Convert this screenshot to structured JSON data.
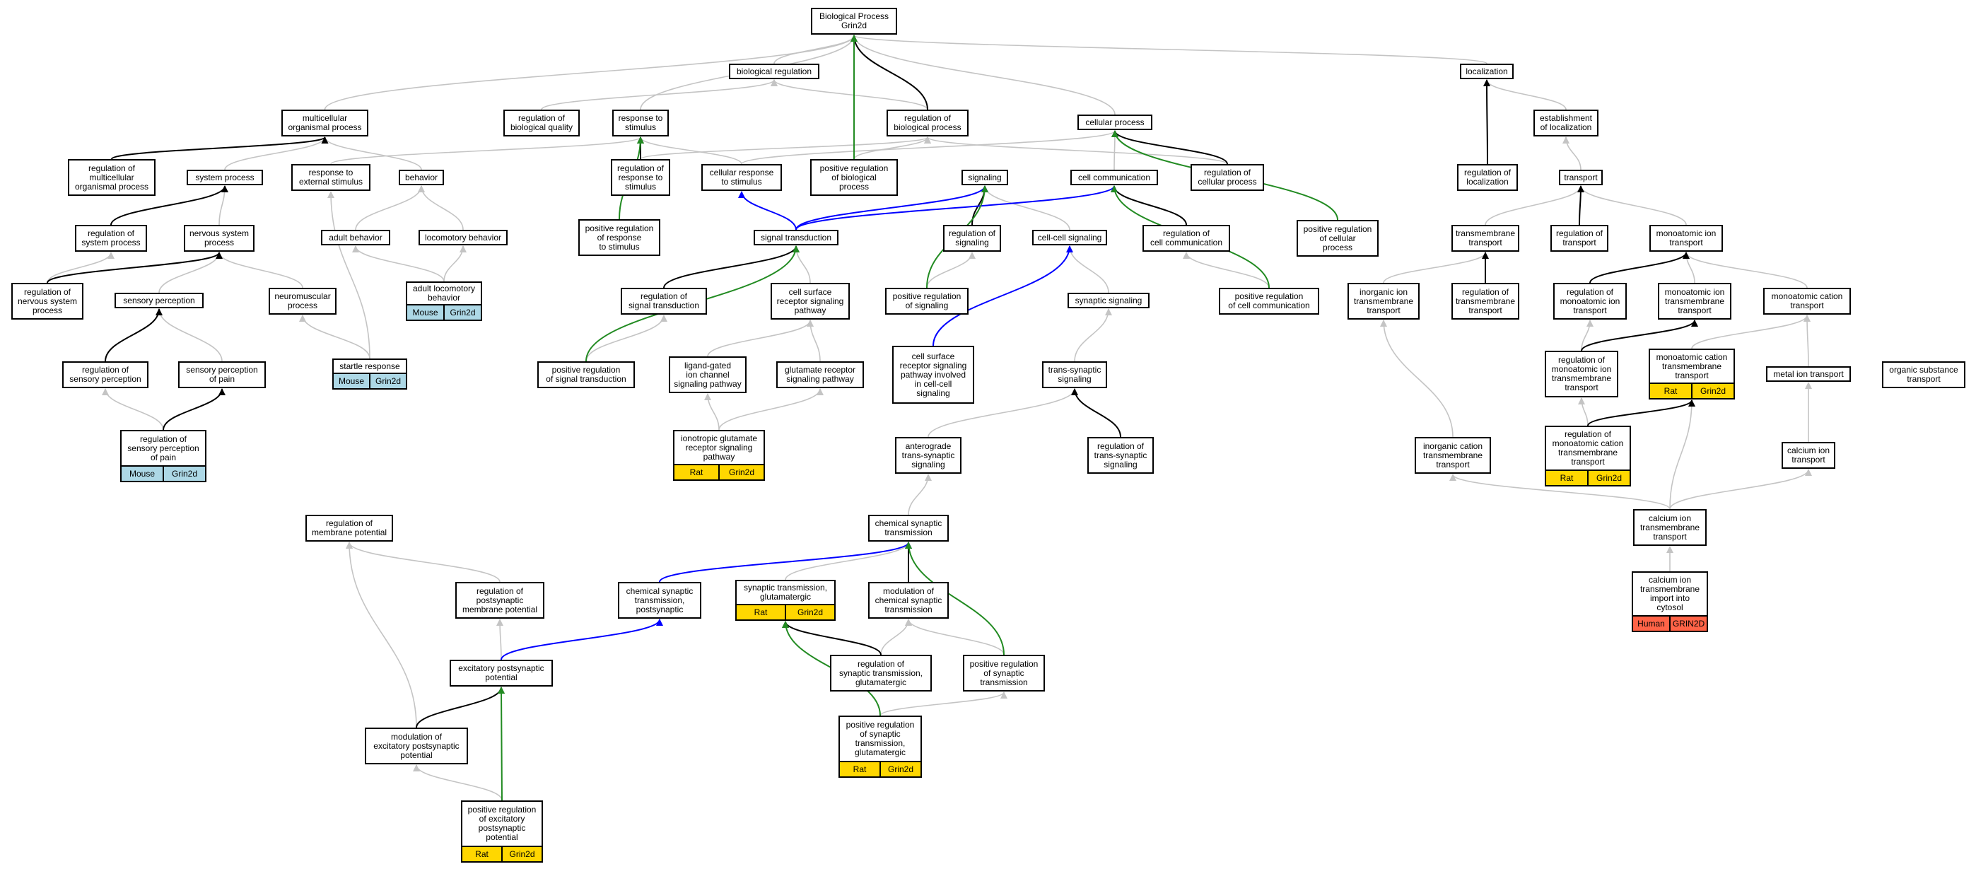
{
  "colors": {
    "gray_edge": "#c4c4c4",
    "black_edge": "#000000",
    "blue_edge": "#0000ff",
    "green_edge": "#228b22",
    "mouse": "#add8e6",
    "rat": "#ffd700",
    "human": "#ff6347"
  },
  "nodes": {
    "bp": {
      "label": "Biological Process\nGrin2d"
    },
    "bioreg": {
      "label": "biological regulation"
    },
    "loc": {
      "label": "localization"
    },
    "multi": {
      "label": "multicellular\norganismal process"
    },
    "regbq": {
      "label": "regulation of\nbiological quality"
    },
    "resp": {
      "label": "response to\nstimulus"
    },
    "regbp": {
      "label": "regulation of\nbiological process"
    },
    "cellproc": {
      "label": "cellular process"
    },
    "estloc": {
      "label": "establishment\nof localization"
    },
    "regmulti": {
      "label": "regulation of\nmulticellular\norganismal process"
    },
    "sysproc": {
      "label": "system process"
    },
    "respext": {
      "label": "response to\nexternal stimulus"
    },
    "behavior": {
      "label": "behavior"
    },
    "regresp": {
      "label": "regulation of\nresponse to\nstimulus"
    },
    "cellresp": {
      "label": "cellular response\nto stimulus"
    },
    "posregbp": {
      "label": "positive regulation\nof biological\nprocess"
    },
    "signaling": {
      "label": "signaling"
    },
    "cellcomm": {
      "label": "cell communication"
    },
    "regcellproc": {
      "label": "regulation of\ncellular process"
    },
    "regloc": {
      "label": "regulation of\nlocalization"
    },
    "transport": {
      "label": "transport"
    },
    "regsysproc": {
      "label": "regulation of\nsystem process"
    },
    "nervsys": {
      "label": "nervous system\nprocess"
    },
    "adultbeh": {
      "label": "adult behavior"
    },
    "locobeh": {
      "label": "locomotory behavior"
    },
    "posregresp": {
      "label": "positive regulation\nof response\nto stimulus"
    },
    "sigtrans": {
      "label": "signal transduction"
    },
    "regsig": {
      "label": "regulation of\nsignaling"
    },
    "cellcellsig": {
      "label": "cell-cell signaling"
    },
    "regcellcomm": {
      "label": "regulation of\ncell communication"
    },
    "posregcellproc": {
      "label": "positive regulation\nof cellular\nprocess"
    },
    "tmtrans": {
      "label": "transmembrane\ntransport"
    },
    "regtrans": {
      "label": "regulation of\ntransport"
    },
    "monoion": {
      "label": "monoatomic ion\ntransport"
    },
    "regnerv": {
      "label": "regulation of\nnervous system\nprocess"
    },
    "sensper": {
      "label": "sensory perception"
    },
    "neuromusc": {
      "label": "neuromuscular\nprocess"
    },
    "adultloco": {
      "label": "adult locomotory\nbehavior",
      "ann": [
        "Mouse",
        "Grin2d"
      ],
      "ann_type": "mouse"
    },
    "regsigtrans": {
      "label": "regulation of\nsignal transduction"
    },
    "cellsurf": {
      "label": "cell surface\nreceptor signaling\npathway"
    },
    "posregsig": {
      "label": "positive regulation\nof signaling"
    },
    "synsig": {
      "label": "synaptic signaling"
    },
    "posregcellcomm": {
      "label": "positive regulation\nof cell communication"
    },
    "inorgtm": {
      "label": "inorganic ion\ntransmembrane\ntransport"
    },
    "regtmtrans": {
      "label": "regulation of\ntransmembrane\ntransport"
    },
    "regmonoion": {
      "label": "regulation of\nmonoatomic ion\ntransport"
    },
    "monoiontm": {
      "label": "monoatomic ion\ntransmembrane\ntransport"
    },
    "monocat": {
      "label": "monoatomic cation\ntransport"
    },
    "regsensper": {
      "label": "regulation of\nsensory perception"
    },
    "senspain": {
      "label": "sensory perception\nof pain"
    },
    "startle": {
      "label": "startle response",
      "ann": [
        "Mouse",
        "Grin2d"
      ],
      "ann_type": "mouse"
    },
    "posregsigtrans": {
      "label": "positive regulation\nof signal transduction"
    },
    "ligand": {
      "label": "ligand-gated\nion channel\nsignaling pathway"
    },
    "glurec": {
      "label": "glutamate receptor\nsignaling pathway"
    },
    "cellsurfsyn": {
      "label": "cell surface\nreceptor signaling\npathway involved\nin cell-cell\nsignaling"
    },
    "transsyn": {
      "label": "trans-synaptic\nsignaling"
    },
    "regmonoiontm": {
      "label": "regulation of\nmonoatomic ion\ntransmembrane\ntransport"
    },
    "monocattm": {
      "label": "monoatomic cation\ntransmembrane\ntransport",
      "ann": [
        "Rat",
        "Grin2d"
      ],
      "ann_type": "rat"
    },
    "metalion": {
      "label": "metal ion transport"
    },
    "organic": {
      "label": "organic substance\ntransport"
    },
    "regsenspain": {
      "label": "regulation of\nsensory perception\nof pain",
      "ann": [
        "Mouse",
        "Grin2d"
      ],
      "ann_type": "mouse"
    },
    "ionotropic": {
      "label": "ionotropic glutamate\nreceptor signaling\npathway",
      "ann": [
        "Rat",
        "Grin2d"
      ],
      "ann_type": "rat"
    },
    "antero": {
      "label": "anterograde\ntrans-synaptic\nsignaling"
    },
    "regtranssyn": {
      "label": "regulation of\ntrans-synaptic\nsignaling"
    },
    "inorgcat": {
      "label": "inorganic cation\ntransmembrane\ntransport"
    },
    "regmonocattm": {
      "label": "regulation of\nmonoatomic cation\ntransmembrane\ntransport",
      "ann": [
        "Rat",
        "Grin2d"
      ],
      "ann_type": "rat"
    },
    "calcion": {
      "label": "calcium ion\ntransport"
    },
    "regmempot": {
      "label": "regulation of\nmembrane potential"
    },
    "chemsyn": {
      "label": "chemical synaptic\ntransmission"
    },
    "calciontm": {
      "label": "calcium ion\ntransmembrane\ntransport"
    },
    "regpostmem": {
      "label": "regulation of\npostsynaptic\nmembrane potential"
    },
    "chemsynpost": {
      "label": "chemical synaptic\ntransmission,\npostsynaptic"
    },
    "synglut": {
      "label": "synaptic transmission,\nglutamatergic",
      "ann": [
        "Rat",
        "Grin2d"
      ],
      "ann_type": "rat"
    },
    "modchemsyn": {
      "label": "modulation of\nchemical synaptic\ntransmission"
    },
    "calcimport": {
      "label": "calcium ion\ntransmembrane\nimport into\ncytosol",
      "ann": [
        "Human",
        "GRIN2D"
      ],
      "ann_type": "human"
    },
    "excpost": {
      "label": "excitatory postsynaptic\npotential"
    },
    "regsynglut": {
      "label": "regulation of\nsynaptic transmission,\nglutamatergic"
    },
    "posregsyn": {
      "label": "positive regulation\nof synaptic\ntransmission"
    },
    "modexc": {
      "label": "modulation of\nexcitatory postsynaptic\npotential"
    },
    "posregsynglut": {
      "label": "positive regulation\nof synaptic\ntransmission,\nglutamatergic",
      "ann": [
        "Rat",
        "Grin2d"
      ],
      "ann_type": "rat"
    },
    "posregexc": {
      "label": "positive regulation\nof excitatory\npostsynaptic\npotential",
      "ann": [
        "Rat",
        "Grin2d"
      ],
      "ann_type": "rat"
    }
  },
  "edges": [
    {
      "from": "bioreg",
      "to": "bp",
      "type": "gray"
    },
    {
      "from": "loc",
      "to": "bp",
      "type": "gray"
    },
    {
      "from": "multi",
      "to": "bp",
      "type": "gray"
    },
    {
      "from": "resp",
      "to": "bp",
      "type": "gray"
    },
    {
      "from": "regbp",
      "to": "bp",
      "type": "black"
    },
    {
      "from": "posregbp",
      "to": "bp",
      "type": "green"
    },
    {
      "from": "cellproc",
      "to": "bp",
      "type": "gray"
    },
    {
      "from": "regbq",
      "to": "bioreg",
      "type": "gray"
    },
    {
      "from": "regbp",
      "to": "bioreg",
      "type": "gray"
    },
    {
      "from": "estloc",
      "to": "loc",
      "type": "gray"
    },
    {
      "from": "regloc",
      "to": "loc",
      "type": "black"
    },
    {
      "from": "regmulti",
      "to": "multi",
      "type": "black"
    },
    {
      "from": "sysproc",
      "to": "multi",
      "type": "gray"
    },
    {
      "from": "behavior",
      "to": "multi",
      "type": "gray"
    },
    {
      "from": "respext",
      "to": "resp",
      "type": "gray"
    },
    {
      "from": "regresp",
      "to": "resp",
      "type": "black"
    },
    {
      "from": "cellresp",
      "to": "resp",
      "type": "gray"
    },
    {
      "from": "posregresp",
      "to": "resp",
      "type": "green"
    },
    {
      "from": "posregbp",
      "to": "regbp",
      "type": "gray"
    },
    {
      "from": "regcellproc",
      "to": "regbp",
      "type": "gray"
    },
    {
      "from": "regresp",
      "to": "regbp",
      "type": "gray"
    },
    {
      "from": "regcellproc",
      "to": "cellproc",
      "type": "black"
    },
    {
      "from": "posregcellproc",
      "to": "cellproc",
      "type": "green"
    },
    {
      "from": "cellcomm",
      "to": "cellproc",
      "type": "gray"
    },
    {
      "from": "cellresp",
      "to": "cellproc",
      "type": "gray"
    },
    {
      "from": "transport",
      "to": "estloc",
      "type": "gray"
    },
    {
      "from": "regsysproc",
      "to": "sysproc",
      "type": "black"
    },
    {
      "from": "nervsys",
      "to": "sysproc",
      "type": "gray"
    },
    {
      "from": "adultbeh",
      "to": "behavior",
      "type": "gray"
    },
    {
      "from": "locobeh",
      "to": "behavior",
      "type": "gray"
    },
    {
      "from": "sigtrans",
      "to": "cellresp",
      "type": "blue"
    },
    {
      "from": "sigtrans",
      "to": "signaling",
      "type": "blue"
    },
    {
      "from": "sigtrans",
      "to": "cellcomm",
      "type": "blue"
    },
    {
      "from": "regsig",
      "to": "signaling",
      "type": "black"
    },
    {
      "from": "posregsig",
      "to": "signaling",
      "type": "green"
    },
    {
      "from": "regcellcomm",
      "to": "cellcomm",
      "type": "black"
    },
    {
      "from": "posregcellcomm",
      "to": "cellcomm",
      "type": "green"
    },
    {
      "from": "cellcellsig",
      "to": "signaling",
      "type": "gray"
    },
    {
      "from": "regtrans",
      "to": "transport",
      "type": "black"
    },
    {
      "from": "tmtrans",
      "to": "transport",
      "type": "gray"
    },
    {
      "from": "monoion",
      "to": "transport",
      "type": "gray"
    },
    {
      "from": "regnerv",
      "to": "nervsys",
      "type": "black"
    },
    {
      "from": "regnerv",
      "to": "regsysproc",
      "type": "gray"
    },
    {
      "from": "sensper",
      "to": "nervsys",
      "type": "gray"
    },
    {
      "from": "neuromusc",
      "to": "nervsys",
      "type": "gray"
    },
    {
      "from": "adultloco",
      "to": "adultbeh",
      "type": "gray"
    },
    {
      "from": "adultloco",
      "to": "locobeh",
      "type": "gray"
    },
    {
      "from": "regsigtrans",
      "to": "sigtrans",
      "type": "black"
    },
    {
      "from": "posregsigtrans",
      "to": "sigtrans",
      "type": "green"
    },
    {
      "from": "cellsurf",
      "to": "sigtrans",
      "type": "gray"
    },
    {
      "from": "posregsig",
      "to": "regsig",
      "type": "gray"
    },
    {
      "from": "synsig",
      "to": "cellcellsig",
      "type": "gray"
    },
    {
      "from": "posregcellcomm",
      "to": "regcellcomm",
      "type": "gray"
    },
    {
      "from": "inorgtm",
      "to": "tmtrans",
      "type": "gray"
    },
    {
      "from": "regtmtrans",
      "to": "tmtrans",
      "type": "black"
    },
    {
      "from": "regmonoion",
      "to": "monoion",
      "type": "black"
    },
    {
      "from": "monoiontm",
      "to": "monoion",
      "type": "gray"
    },
    {
      "from": "monocat",
      "to": "monoion",
      "type": "gray"
    },
    {
      "from": "regsensper",
      "to": "sensper",
      "type": "black"
    },
    {
      "from": "senspain",
      "to": "sensper",
      "type": "gray"
    },
    {
      "from": "startle",
      "to": "neuromusc",
      "type": "gray"
    },
    {
      "from": "startle",
      "to": "respext",
      "type": "gray"
    },
    {
      "from": "posregsigtrans",
      "to": "regsigtrans",
      "type": "gray"
    },
    {
      "from": "ligand",
      "to": "cellsurf",
      "type": "gray"
    },
    {
      "from": "glurec",
      "to": "cellsurf",
      "type": "gray"
    },
    {
      "from": "cellsurfsyn",
      "to": "cellcellsig",
      "type": "blue"
    },
    {
      "from": "transsyn",
      "to": "synsig",
      "type": "gray"
    },
    {
      "from": "regmonoiontm",
      "to": "monoiontm",
      "type": "black"
    },
    {
      "from": "regmonoiontm",
      "to": "regmonoion",
      "type": "gray"
    },
    {
      "from": "monocattm",
      "to": "monocat",
      "type": "gray"
    },
    {
      "from": "metalion",
      "to": "monocat",
      "type": "gray"
    },
    {
      "from": "regsenspain",
      "to": "senspain",
      "type": "black"
    },
    {
      "from": "regsenspain",
      "to": "regsensper",
      "type": "gray"
    },
    {
      "from": "ionotropic",
      "to": "ligand",
      "type": "gray"
    },
    {
      "from": "ionotropic",
      "to": "glurec",
      "type": "gray"
    },
    {
      "from": "regtranssyn",
      "to": "transsyn",
      "type": "black"
    },
    {
      "from": "antero",
      "to": "transsyn",
      "type": "gray"
    },
    {
      "from": "regmonocattm",
      "to": "monocattm",
      "type": "black"
    },
    {
      "from": "regmonocattm",
      "to": "regmonoiontm",
      "type": "gray"
    },
    {
      "from": "calcion",
      "to": "metalion",
      "type": "gray"
    },
    {
      "from": "calciontm",
      "to": "calcion",
      "type": "gray"
    },
    {
      "from": "calciontm",
      "to": "monocattm",
      "type": "gray"
    },
    {
      "from": "calciontm",
      "to": "inorgcat",
      "type": "gray"
    },
    {
      "from": "inorgcat",
      "to": "inorgtm",
      "type": "gray"
    },
    {
      "from": "regpostmem",
      "to": "regmempot",
      "type": "gray"
    },
    {
      "from": "chemsyn",
      "to": "antero",
      "type": "gray"
    },
    {
      "from": "chemsynpost",
      "to": "chemsyn",
      "type": "blue"
    },
    {
      "from": "modchemsyn",
      "to": "chemsyn",
      "type": "black"
    },
    {
      "from": "posregsyn",
      "to": "chemsyn",
      "type": "green"
    },
    {
      "from": "synglut",
      "to": "chemsyn",
      "type": "gray"
    },
    {
      "from": "calcimport",
      "to": "calciontm",
      "type": "gray"
    },
    {
      "from": "excpost",
      "to": "chemsynpost",
      "type": "blue"
    },
    {
      "from": "excpost",
      "to": "regpostmem",
      "type": "gray"
    },
    {
      "from": "regsynglut",
      "to": "synglut",
      "type": "black"
    },
    {
      "from": "regsynglut",
      "to": "modchemsyn",
      "type": "gray"
    },
    {
      "from": "posregsyn",
      "to": "modchemsyn",
      "type": "gray"
    },
    {
      "from": "modexc",
      "to": "excpost",
      "type": "black"
    },
    {
      "from": "modexc",
      "to": "regmempot",
      "type": "gray"
    },
    {
      "from": "posregsynglut",
      "to": "synglut",
      "type": "green"
    },
    {
      "from": "posregsynglut",
      "to": "posregsyn",
      "type": "gray"
    },
    {
      "from": "posregexc",
      "to": "excpost",
      "type": "green"
    },
    {
      "from": "posregexc",
      "to": "modexc",
      "type": "gray"
    }
  ]
}
